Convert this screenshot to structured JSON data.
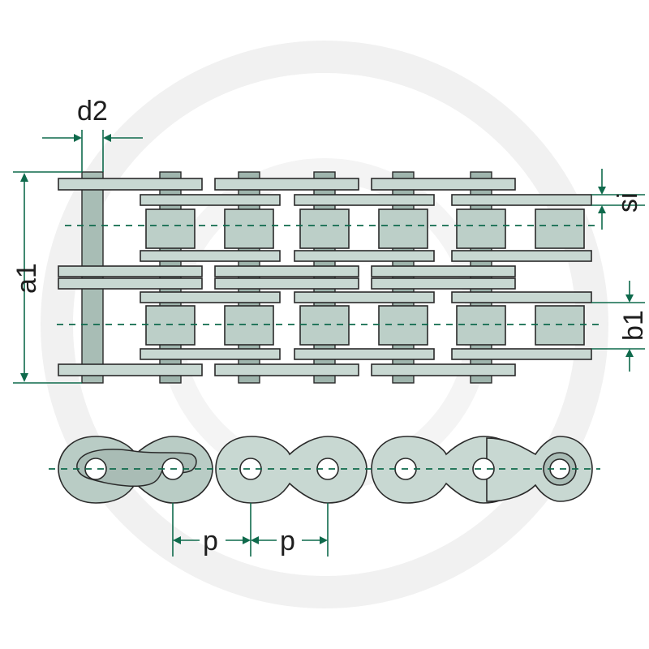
{
  "labels": {
    "d2": "d2",
    "a1": "a1",
    "si": "si",
    "b1": "b1",
    "p_left": "p",
    "p_right": "p"
  },
  "colors": {
    "plate": "#c8d8d2",
    "plate_dark": "#b4c6bf",
    "roller": "#bccfc8",
    "pin": "#9fb5ad",
    "outline": "#2a2a2a",
    "dimension": "#0f6a4c",
    "watermark": "#f0f0f0"
  }
}
